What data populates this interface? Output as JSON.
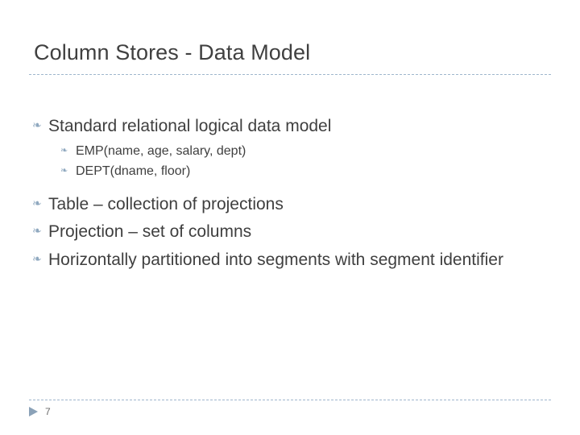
{
  "slide": {
    "title": "Column Stores - Data Model",
    "page_number": "7",
    "bullet_glyph_level1": "❧",
    "bullet_glyph_level2": "❧",
    "accent_color": "#9fb6cd",
    "text_color": "#3f3f3f",
    "content": [
      {
        "level": 1,
        "text": "Standard relational logical data model"
      },
      {
        "level": 2,
        "text": "EMP(name, age, salary, dept)"
      },
      {
        "level": 2,
        "text": "DEPT(dname, floor)"
      },
      {
        "level": 1,
        "text": "Table – collection of projections"
      },
      {
        "level": 1,
        "text": "Projection – set of columns"
      },
      {
        "level": 1,
        "text": "Horizontally partitioned into segments with segment identifier"
      }
    ]
  }
}
